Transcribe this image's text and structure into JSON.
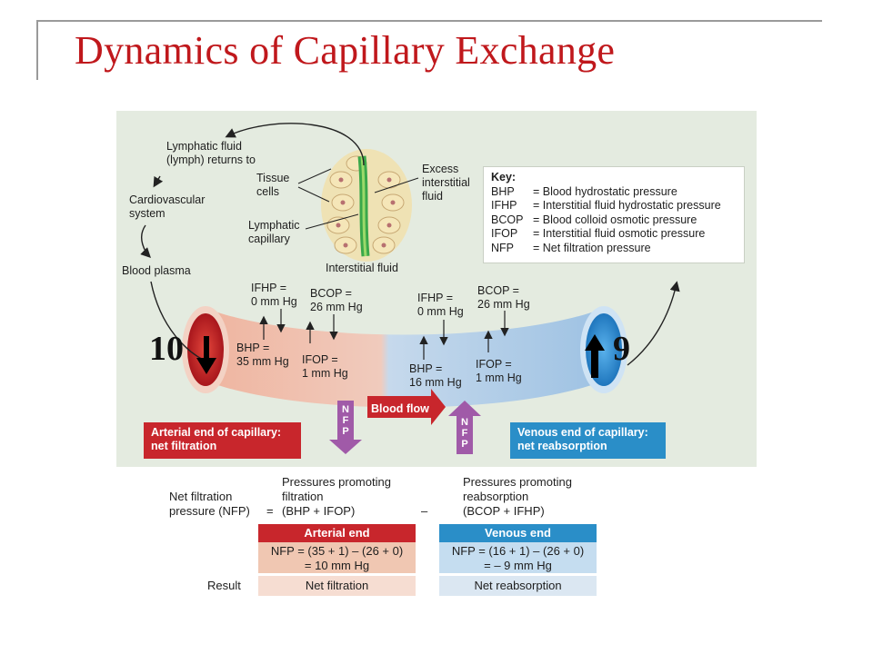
{
  "slide": {
    "title": "Dynamics of Capillary Exchange"
  },
  "tissue": {
    "lymph_returns": [
      "Lymphatic fluid",
      "(lymph) returns to"
    ],
    "cardiovascular": [
      "Cardiovascular",
      "system"
    ],
    "blood_plasma": "Blood plasma",
    "tissue_cells": [
      "Tissue",
      "cells"
    ],
    "lymphatic_capillary": [
      "Lymphatic",
      "capillary"
    ],
    "interstitial_fluid": "Interstitial fluid",
    "excess_fluid": [
      "Excess",
      "interstitial",
      "fluid"
    ]
  },
  "key": {
    "title": "Key:",
    "rows": [
      {
        "abbr": "BHP",
        "desc": "= Blood hydrostatic pressure"
      },
      {
        "abbr": "IFHP",
        "desc": "= Interstitial fluid hydrostatic pressure"
      },
      {
        "abbr": "BCOP",
        "desc": "= Blood colloid osmotic pressure"
      },
      {
        "abbr": "IFOP",
        "desc": "= Interstitial fluid osmotic pressure"
      },
      {
        "abbr": "NFP",
        "desc": "= Net filtration pressure"
      }
    ]
  },
  "pressures": {
    "arterial": {
      "ifhp": [
        "IFHP =",
        "0 mm Hg"
      ],
      "bcop": [
        "BCOP =",
        "26 mm Hg"
      ],
      "bhp": [
        "BHP =",
        "35 mm Hg"
      ],
      "ifop": [
        "IFOP =",
        "1 mm Hg"
      ]
    },
    "venous": {
      "ifhp": [
        "IFHP =",
        "0 mm Hg"
      ],
      "bcop": [
        "BCOP =",
        "26 mm Hg"
      ],
      "bhp": [
        "BHP =",
        "16 mm Hg"
      ],
      "ifop": [
        "IFOP =",
        "1 mm Hg"
      ]
    }
  },
  "annotations": {
    "left_number": "10",
    "right_number": "9"
  },
  "flow": {
    "blood_flow": "Blood flow",
    "nfp_letters": [
      "N",
      "F",
      "P"
    ],
    "arterial_box": [
      "Arterial end of capillary:",
      "net filtration"
    ],
    "venous_box": [
      "Venous end of capillary:",
      "net reabsorption"
    ]
  },
  "formula": {
    "nfp_label": [
      "Net filtration",
      "pressure (NFP)"
    ],
    "equals": "=",
    "promoting_filtration": [
      "Pressures promoting",
      "filtration"
    ],
    "filtration_sum": "(BHP + IFOP)",
    "minus": "–",
    "promoting_reabsorption": [
      "Pressures promoting",
      "reabsorption"
    ],
    "reabsorption_sum": "(BCOP + IFHP)"
  },
  "table": {
    "arterial_head": "Arterial end",
    "venous_head": "Venous end",
    "arterial_calc": [
      "NFP = (35 + 1) – (26 + 0)",
      "= 10 mm Hg"
    ],
    "venous_calc": [
      "NFP = (16 + 1) – (26 + 0)",
      "= – 9 mm Hg"
    ],
    "result_label": "Result",
    "arterial_result": "Net filtration",
    "venous_result": "Net reabsorption"
  },
  "colors": {
    "title_red": "#c0181c",
    "arterial_red": "#c8262c",
    "venous_blue": "#2a8ec8",
    "nfp_purple": "#a05aa8"
  }
}
